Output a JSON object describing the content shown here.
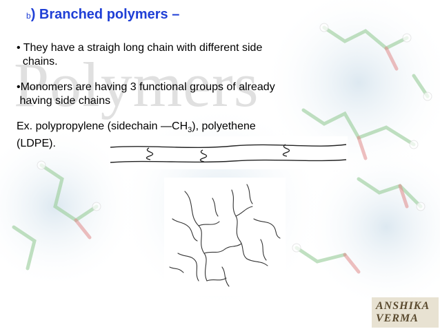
{
  "slide": {
    "title_prefix": "b",
    "title": ") Branched polymers –",
    "bullet1_line1": "• They have a straigh long chain with different side",
    "bullet1_line2": "  chains.",
    "bullet2_line1": "•Monomers are having 3 functional groups of already",
    "bullet2_line2": " having side chains",
    "example_before": "Ex. polypropylene (sidechain —CH",
    "example_sub": "3",
    "example_after": "), polyethene",
    "example_line2": "(LDPE).",
    "watermark": "Polymers",
    "logo_line1": "ANSHIKA",
    "logo_line2": "VERMA"
  },
  "colors": {
    "title": "#1f3fd6",
    "text": "#000000"
  }
}
